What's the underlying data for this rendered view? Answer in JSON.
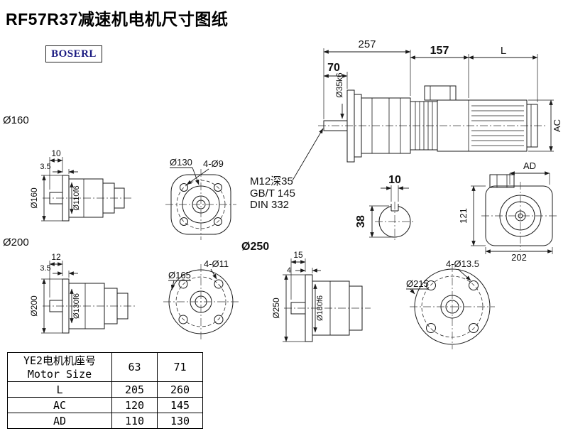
{
  "page": {
    "title": "RF57R37减速机电机尺寸图纸",
    "logo": "BOSERL"
  },
  "view_labels": {
    "flange160": "Ø160",
    "flange200": "Ø200",
    "flange250": "Ø250"
  },
  "main_view": {
    "dim_total": "257",
    "dim_mid": "157",
    "dim_motor": "L",
    "dim_shaft_len": "70",
    "shaft_dia": "Ø35k6",
    "dim_motor_dia": "AC"
  },
  "notes": {
    "line1": "M12深35",
    "line2": "GB/T 145",
    "line3": "DIN 332"
  },
  "shaft_section": {
    "key_width": "10",
    "dia": "38"
  },
  "rear_view": {
    "dim_ad": "AD",
    "dim_height": "121",
    "dim_width": "202"
  },
  "flange160": {
    "shaft_len": "10",
    "flange_thk": "3.5",
    "outer_dia": "Ø160",
    "pilot_dia": "Ø110f6"
  },
  "face130": {
    "dia": "Ø130",
    "holes": "4-Ø9"
  },
  "flange200": {
    "shaft_len": "12",
    "flange_thk": "3.5",
    "outer_dia": "Ø200",
    "pilot_dia": "Ø130f6"
  },
  "face165": {
    "dia": "Ø165",
    "holes": "4-Ø11"
  },
  "flange250": {
    "shaft_len": "15",
    "flange_thk": "4",
    "outer_dia": "Ø250",
    "pilot_dia": "Ø180f6"
  },
  "face215": {
    "dia": "Ø215",
    "holes": "4-Ø13.5"
  },
  "table": {
    "header_cn": "YE2电机机座号",
    "header_en": "Motor Size",
    "sizes": [
      "63",
      "71"
    ],
    "rows": [
      {
        "label": "L",
        "values": [
          "205",
          "260"
        ]
      },
      {
        "label": "AC",
        "values": [
          "120",
          "145"
        ]
      },
      {
        "label": "AD",
        "values": [
          "110",
          "130"
        ]
      }
    ]
  }
}
